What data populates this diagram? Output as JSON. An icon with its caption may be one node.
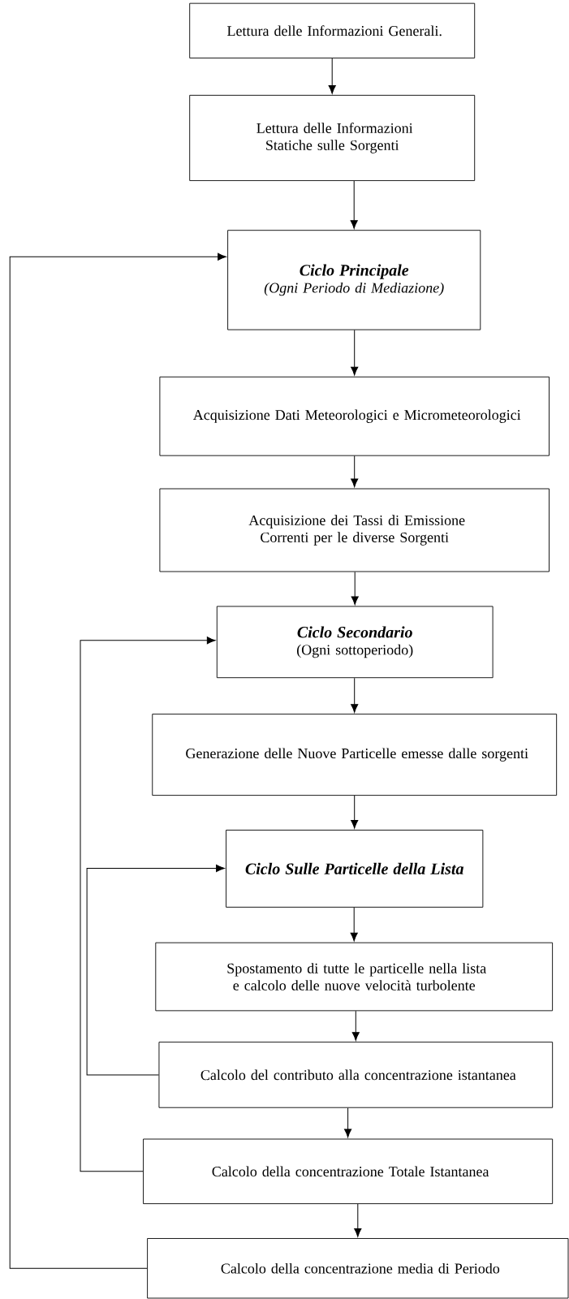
{
  "diagram": {
    "nodes": [
      {
        "text": [
          "Lettura delle Informazioni Generali."
        ]
      },
      {
        "text": [
          "Lettura delle Informazioni Statiche sulle Sorgenti"
        ]
      },
      {
        "text": [
          "Ciclo Principale",
          "(Ogni Periodo di Mediazione)"
        ]
      },
      {
        "text": [
          "Acquisizione Dati Meteorologici e Micrometeorologici"
        ]
      },
      {
        "text": [
          "Acquisizione dei Tassi di Emissione Correnti per le diverse Sorgenti"
        ]
      },
      {
        "text": [
          "Ciclo Secondario",
          "(Ogni sottoperiodo)"
        ]
      },
      {
        "text": [
          "Generazione delle Nuove Particelle emesse dalle sorgenti"
        ]
      },
      {
        "text": [
          "Ciclo Sulle Particelle della Lista"
        ]
      },
      {
        "text": [
          "Spostamento di tutte le particelle nella lista e calcolo delle nuove velocità turbolente"
        ]
      },
      {
        "text": [
          "Calcolo del contributo alla concentrazione istantanea"
        ]
      },
      {
        "text": [
          "Calcolo della concentrazione Totale Istantanea"
        ]
      },
      {
        "text": [
          "Calcolo della concentrazione media di Periodo"
        ]
      }
    ],
    "edges": [
      {
        "from": 0,
        "to": 1,
        "arrow": "to"
      },
      {
        "from": 1,
        "to": 2,
        "arrow": "to"
      },
      {
        "from": 2,
        "to": 3,
        "arrow": "to"
      },
      {
        "from": 3,
        "to": 4,
        "arrow": "to"
      },
      {
        "from": 4,
        "to": 5,
        "arrow": "to"
      },
      {
        "from": 5,
        "to": 6,
        "arrow": "to"
      },
      {
        "from": 6,
        "to": 7,
        "arrow": "to"
      },
      {
        "from": 7,
        "to": 8,
        "arrow": "to"
      },
      {
        "from": 8,
        "to": 9,
        "arrow": "to"
      },
      {
        "from": 9,
        "to": 10,
        "arrow": "to"
      },
      {
        "from": 10,
        "to": 11,
        "arrow": "to"
      },
      {
        "from": 9,
        "to": 7,
        "arrow": "to"
      },
      {
        "from": 10,
        "to": 5,
        "arrow": "to"
      },
      {
        "from": 11,
        "to": 2,
        "arrow": "to"
      }
    ]
  }
}
